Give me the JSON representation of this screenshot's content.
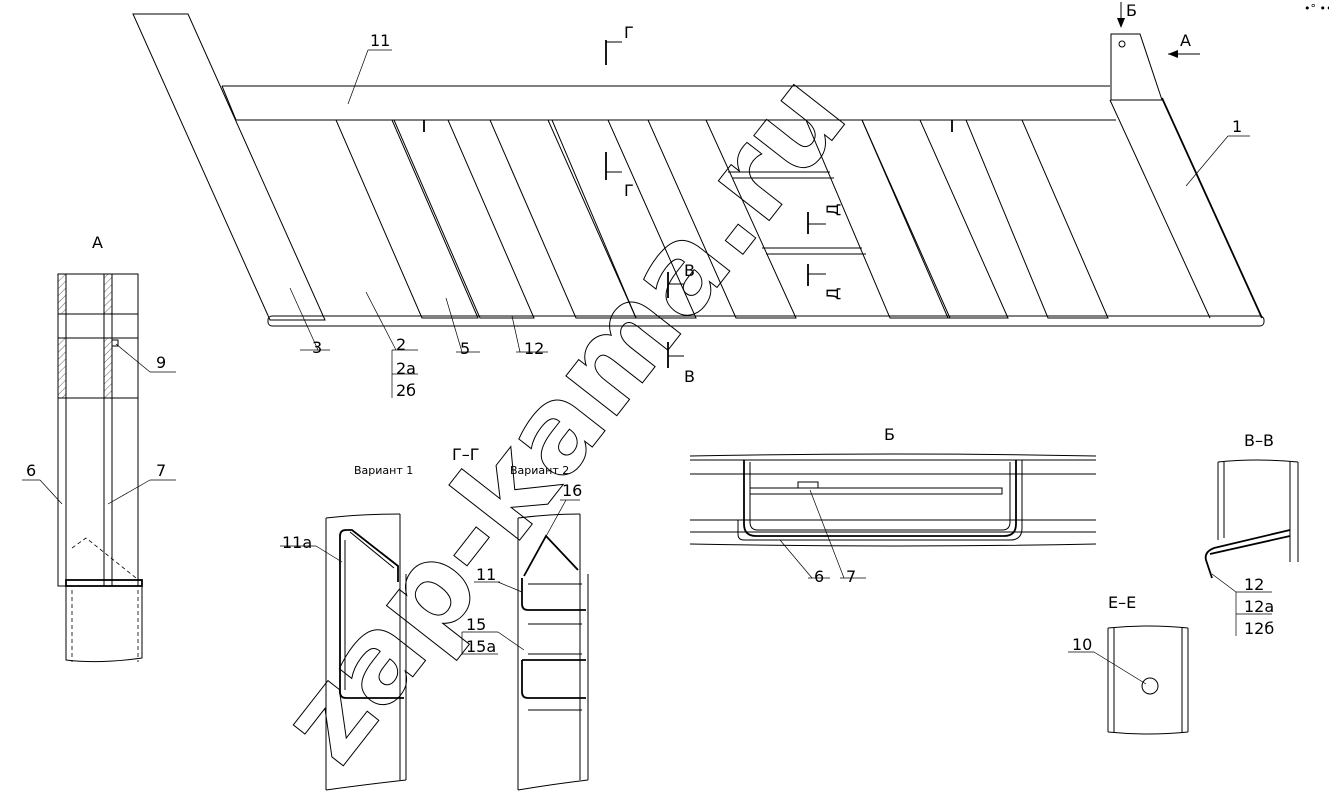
{
  "labels": {
    "p1": "1",
    "p2": "2",
    "p2a": "2а",
    "p2b": "2б",
    "p3": "3",
    "p5": "5",
    "p6": "6",
    "p7": "7",
    "p9": "9",
    "p10": "10",
    "p11": "11",
    "p11a": "11а",
    "p12": "12",
    "p12a": "12а",
    "p12b": "12б",
    "p15": "15",
    "p15a": "15а",
    "p16": "16"
  },
  "section_marks": {
    "G": "Г",
    "V": "В",
    "D": "Д",
    "B": "Б",
    "A": "А"
  },
  "views": {
    "a_title": "А",
    "b_title": "Б",
    "gg_title": "Г–Г",
    "vv_title": "В–В",
    "ee_title": "Е–Е",
    "variant1": "Вариант 1",
    "variant2": "Вариант 2"
  },
  "watermark": "zap-kama.ru",
  "corner_mark": "•° •••"
}
